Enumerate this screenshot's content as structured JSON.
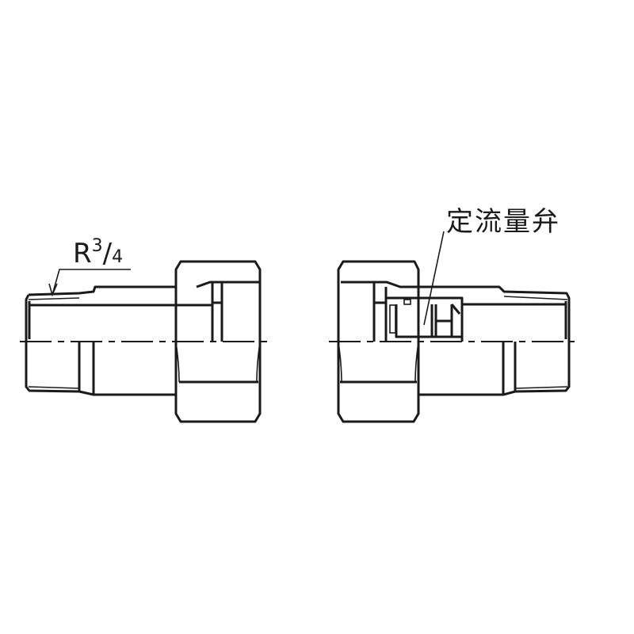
{
  "diagram": {
    "thread_label": {
      "prefix": "R",
      "numerator": "3",
      "slash": "/",
      "denominator": "4"
    },
    "valve_label": "定流量弁",
    "line_color": "#1a1a1a"
  }
}
